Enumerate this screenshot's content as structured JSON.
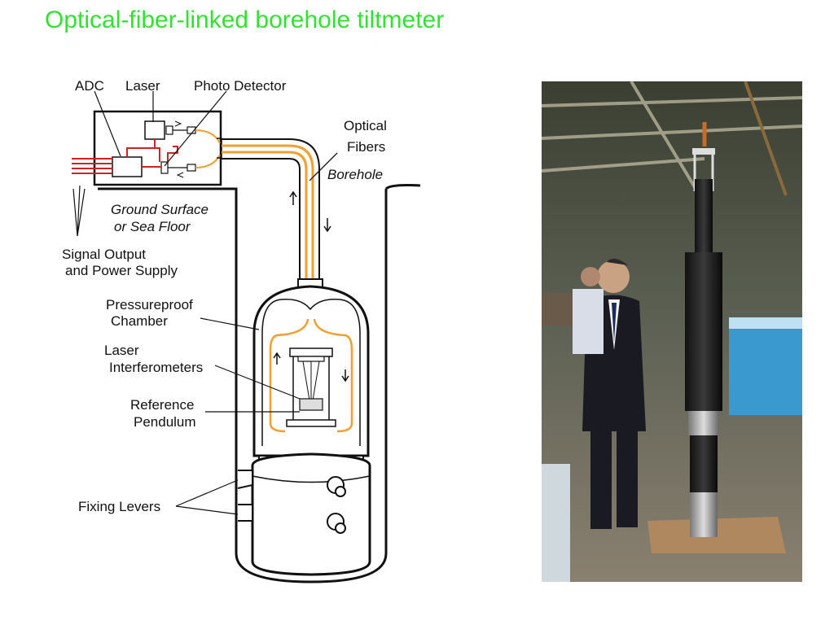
{
  "slide": {
    "title": "Optical-fiber-linked borehole tiltmeter",
    "title_color": "#33e133"
  },
  "diagram": {
    "labels": {
      "adc": "ADC",
      "laser": "Laser",
      "photo_detector": "Photo Detector",
      "optical_1": "Optical",
      "optical_2": "Fibers",
      "borehole": "Borehole",
      "ground_1": "Ground Surface",
      "ground_2": "or Sea Floor",
      "signal_1": "Signal Output",
      "signal_2": "and Power Supply",
      "chamber_1": "Pressureproof",
      "chamber_2": "Chamber",
      "interf_1": "Laser",
      "interf_2": "Interferometers",
      "pendulum_1": "Reference",
      "pendulum_2": "Pendulum",
      "levers": "Fixing Levers"
    },
    "colors": {
      "fiber": "#f0a030",
      "wire": "#d42020",
      "line": "#111111"
    }
  },
  "photo": {
    "description_icon": "photo-tiltmeter-instrument"
  }
}
